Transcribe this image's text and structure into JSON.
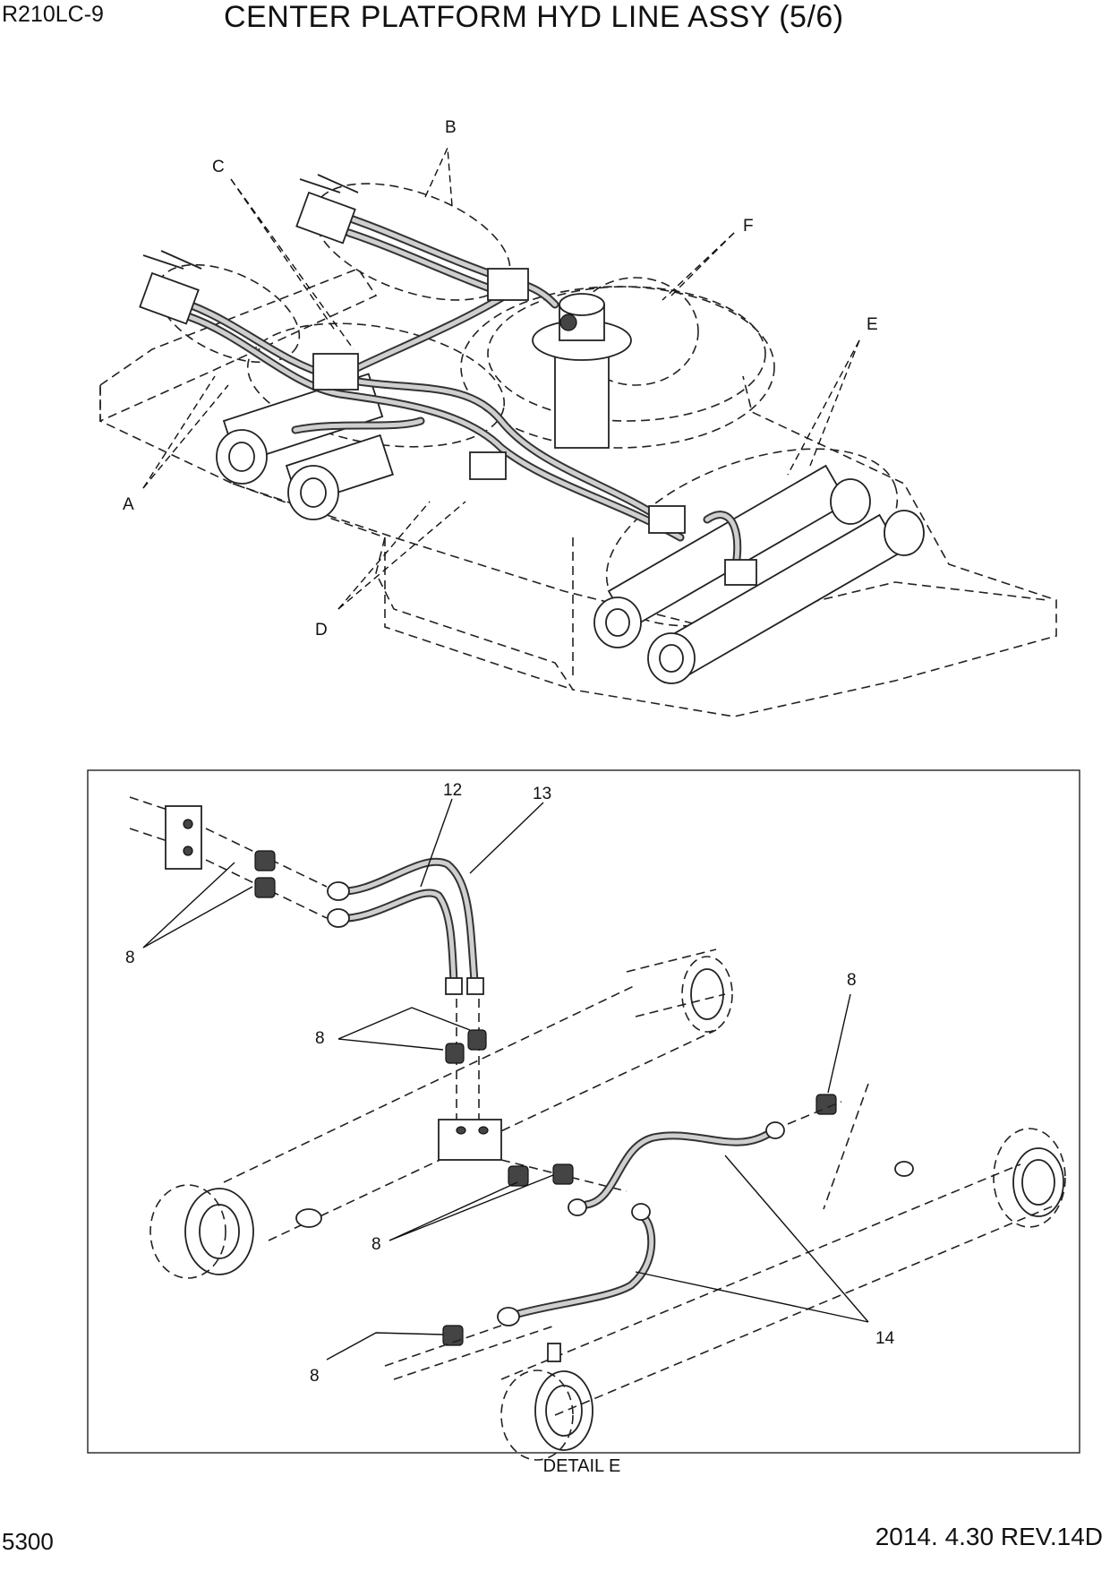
{
  "header": {
    "model": "R210LC-9",
    "title": "CENTER PLATFORM HYD LINE ASSY (5/6)"
  },
  "overview": {
    "callouts": [
      "A",
      "B",
      "C",
      "D",
      "E",
      "F"
    ]
  },
  "detail": {
    "caption": "DETAIL E",
    "part_labels": [
      "12",
      "13",
      "8",
      "8",
      "8",
      "8",
      "8",
      "14"
    ]
  },
  "footer": {
    "page_number": "5300",
    "revision": "2014. 4.30  REV.14D"
  }
}
